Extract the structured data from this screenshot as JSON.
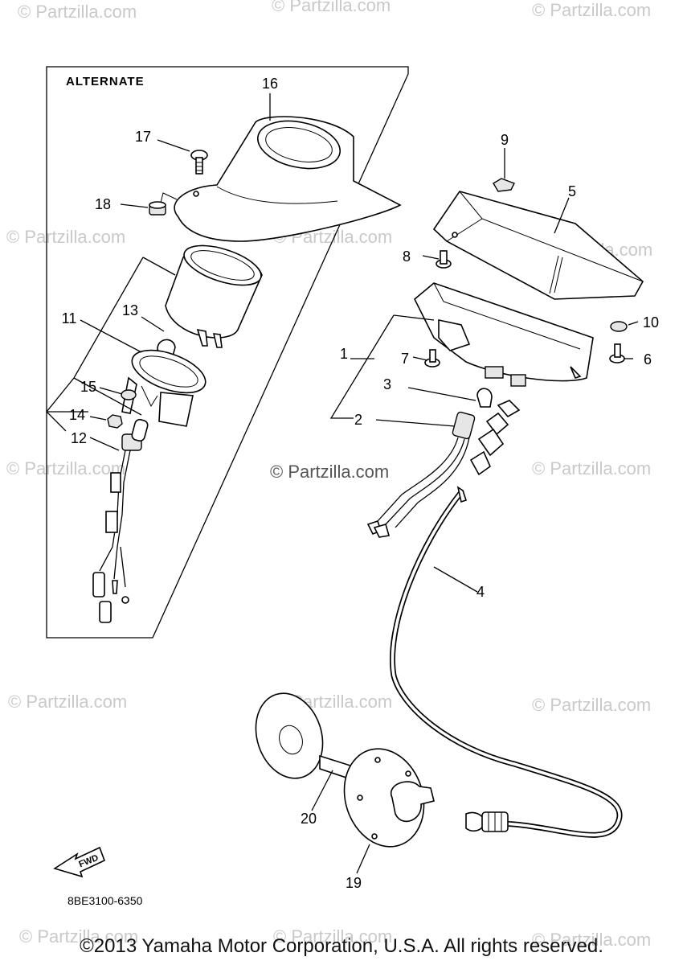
{
  "diagram": {
    "alternate_label": "ALTERNATE",
    "part_code": "8BE3100-6350",
    "fwd_label": "FWD",
    "center_watermark": "© Partzilla.com",
    "watermark_text": "© Partzilla.com",
    "footer": "©2013 Yamaha Motor Corporation, U.S.A. All rights reserved.",
    "callouts": {
      "c1": "1",
      "c2": "2",
      "c3": "3",
      "c4": "4",
      "c5": "5",
      "c6": "6",
      "c7": "7",
      "c8": "8",
      "c9": "9",
      "c10": "10",
      "c11": "11",
      "c12": "12",
      "c13": "13",
      "c14": "14",
      "c15": "15",
      "c16": "16",
      "c17": "17",
      "c18": "18",
      "c19": "19",
      "c20": "20"
    }
  }
}
